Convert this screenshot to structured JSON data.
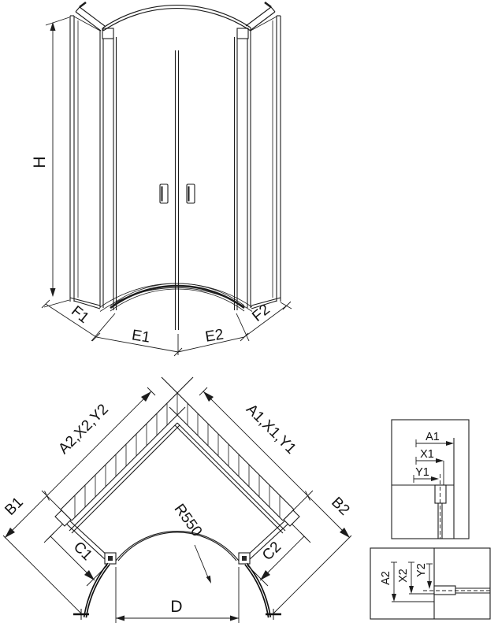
{
  "drawing": {
    "line_color": "#1c1c1c",
    "background": "#ffffff"
  },
  "front_view": {
    "height_label": "H",
    "f1": "F1",
    "e1": "E1",
    "e2": "E2",
    "f2": "F2"
  },
  "plan_view": {
    "left_wall_dims": "A2,X2,Y2",
    "right_wall_dims": "A1,X1,Y1",
    "b1": "B1",
    "b2": "B2",
    "c1": "C1",
    "c2": "C2",
    "radius": "R550",
    "door_opening": "D"
  },
  "detail_top": {
    "a1": "A1",
    "x1": "X1",
    "y1": "Y1"
  },
  "detail_bottom": {
    "a2": "A2",
    "x2": "X2",
    "y2": "Y2"
  }
}
